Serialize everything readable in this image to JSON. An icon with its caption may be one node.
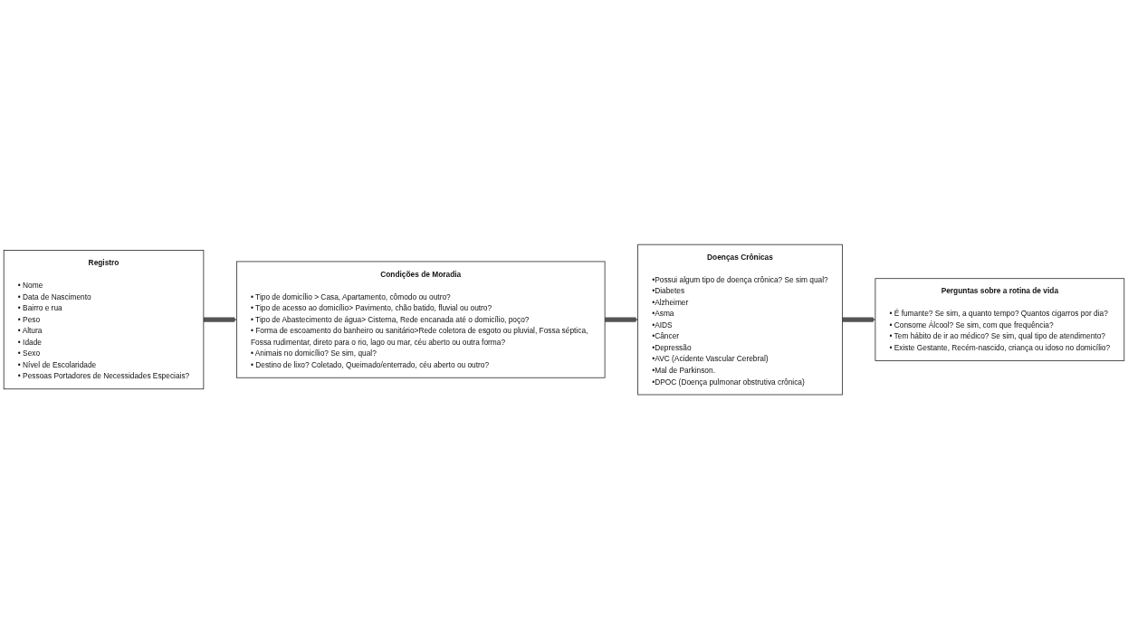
{
  "diagram": {
    "nodes": [
      {
        "text": [
          "Registro",
          "• Nome",
          "• Data de Nascimento",
          "• Bairro e rua",
          "• Peso",
          "• Altura",
          "• Idade",
          "• Sexo",
          "• Nível de Escolaridade",
          "• Pessoas Portadores de Necessidades Especiais?"
        ]
      },
      {
        "text": [
          "Condições de Moradia",
          "• Tipo de domicílio > Casa, Apartamento, cômodo ou outro?",
          "• Tipo de acesso ao domicílio> Pavimento, chão batido, fluvial ou outro?",
          "• Tipo de Abastecimento de água> Cisterna, Rede encanada até o domicílio, poço?",
          "• Forma de escoamento do banheiro ou sanitário>Rede coletora de esgoto ou pluvial, Fossa séptica, Fossa rudimentar, direto para o rio, lago ou mar, céu aberto ou outra forma?",
          "• Animais no domicílio? Se sim, qual?",
          "• Destino de lixo? Coletado, Queimado/enterrado, céu aberto ou outro?"
        ]
      },
      {
        "text": [
          "Doenças Crônicas",
          "•Possui algum tipo de doença crônica? Se sim qual?",
          "•Diabetes",
          "•Alzheimer",
          "•Asma",
          "•AIDS",
          "•Câncer",
          "•Depressão",
          "•AVC (Acidente Vascular Cerebral)",
          "•Mal de Parkinson.",
          "•DPOC (Doença pulmonar obstrutiva crônica)"
        ]
      },
      {
        "text": [
          "Perguntas sobre a rotina de vida",
          "• É fumante? Se sim, a quanto tempo? Quantos cigarros por dia?",
          "• Consome Álcool? Se sim, com que frequência?",
          "• Tem hábito de ir ao médico? Se sim, qual tipo de atendimento?",
          "• Existe Gestante, Recém-nascido, criança ou idoso no domicílio?"
        ]
      }
    ],
    "edges": [
      {
        "from": 0,
        "to": 1,
        "arrow": "to"
      },
      {
        "from": 1,
        "to": 2,
        "arrow": "to"
      },
      {
        "from": 2,
        "to": 3,
        "arrow": "to"
      }
    ]
  }
}
